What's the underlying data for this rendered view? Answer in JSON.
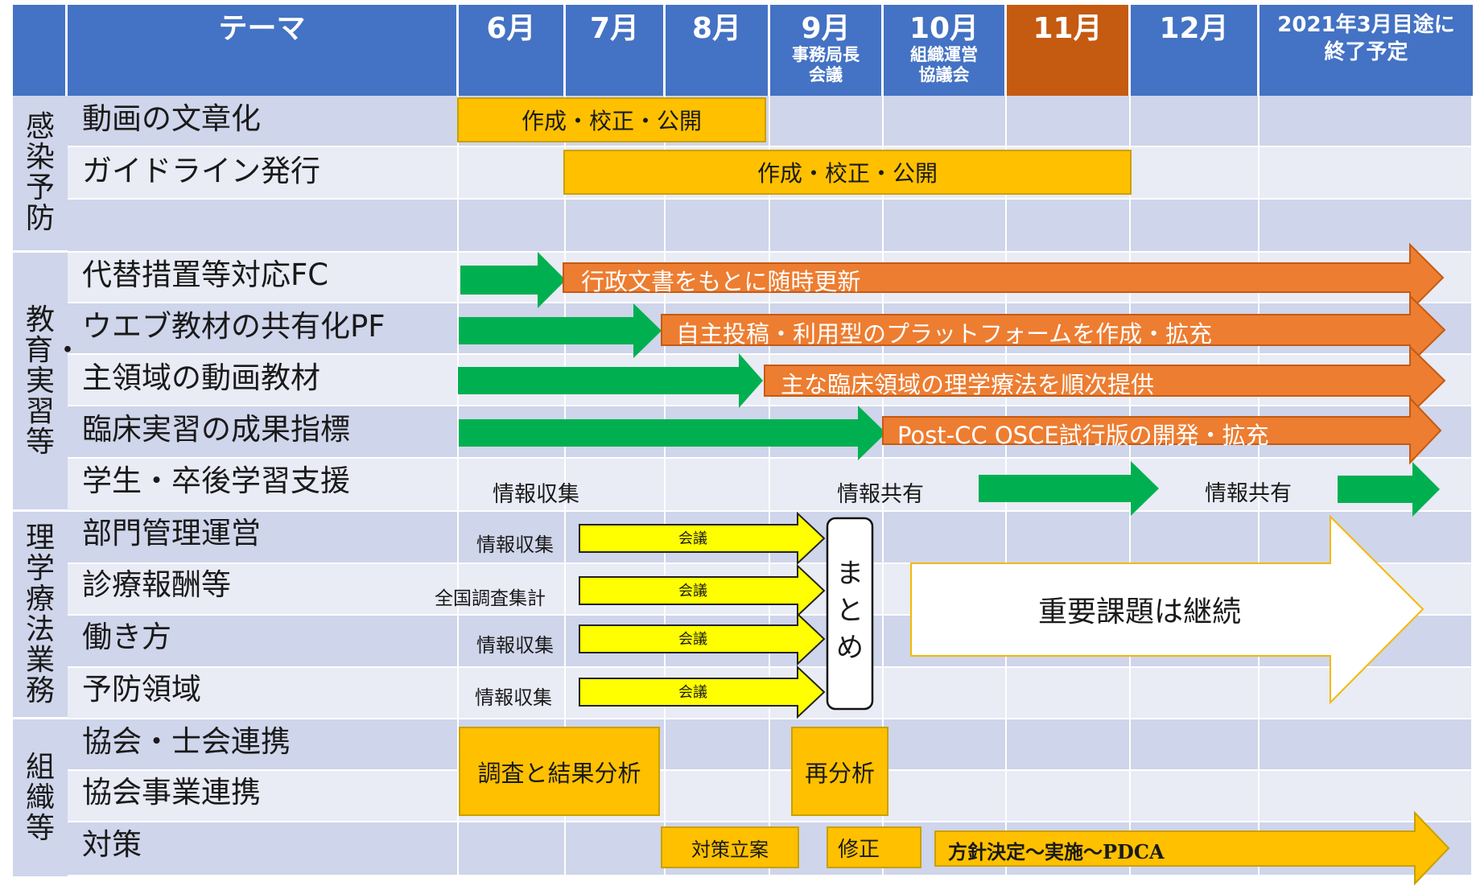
{
  "header": {
    "theme": "テーマ",
    "months": [
      {
        "label": "6月",
        "sub": ""
      },
      {
        "label": "7月",
        "sub": ""
      },
      {
        "label": "8月",
        "sub": ""
      },
      {
        "label": "9月",
        "sub": "事務局長\n会議"
      },
      {
        "label": "10月",
        "sub": "組織運営\n協議会"
      },
      {
        "label": "11月",
        "sub": ""
      },
      {
        "label": "12月",
        "sub": ""
      },
      {
        "label": "2021年3月目途に\n終了予定",
        "sub": ""
      }
    ],
    "highlight_month": "11月"
  },
  "categories": [
    {
      "label": "感染予防",
      "themes": [
        "動画の文章化",
        "ガイドライン発行",
        ""
      ]
    },
    {
      "label": "教育・実習等",
      "themes": [
        "代替措置等対応FC",
        "ウエブ教材の共有化PF",
        "主領域の動画教材",
        "臨床実習の成果指標",
        "学生・卒後学習支援"
      ]
    },
    {
      "label": "理学療法業務",
      "themes": [
        "部門管理運営",
        "診療報酬等",
        "働き方",
        "予防領域"
      ]
    },
    {
      "label": "組織等",
      "themes": [
        "協会・士会連携",
        "協会事業連携",
        "対策"
      ]
    }
  ],
  "bars": {
    "douga": "作成・校正・公開",
    "guideline": "作成・校正・公開",
    "gyosei": "行政文書をもとに随時更新",
    "jishu": "自主投稿・利用型のプラットフォームを作成・拡充",
    "omona": "主な臨床領域の理学療法を順次提供",
    "postcc": "Post-CC OSCE試行版の開発・拡充",
    "chosa": "調査と結果分析",
    "saibunseki": "再分析",
    "taisaku": "対策立案",
    "shusei": "修正",
    "hoshin": "方針決定～実施～PDCA",
    "matome": "まとめ",
    "juyo": "重要課題は継続"
  },
  "notes": {
    "gakusei_collect": "情報収集",
    "gakusei_share1": "情報共有",
    "gakusei_share2": "情報共有",
    "bumon_collect": "情報収集",
    "shinryo_collect": "全国調査集計",
    "hataraki_collect": "情報収集",
    "yobo_collect": "情報収集",
    "meeting": "会議"
  },
  "colors": {
    "header": "#4472C4",
    "highlight": "#C55A11",
    "row_dark": "#CFD5EA",
    "row_light": "#E9EBF5",
    "green_arrow": "#00B050",
    "orange_arrow": "#ED7D31",
    "gold_box": "#FFC000",
    "yellow_arrow": "#FFFF00"
  }
}
